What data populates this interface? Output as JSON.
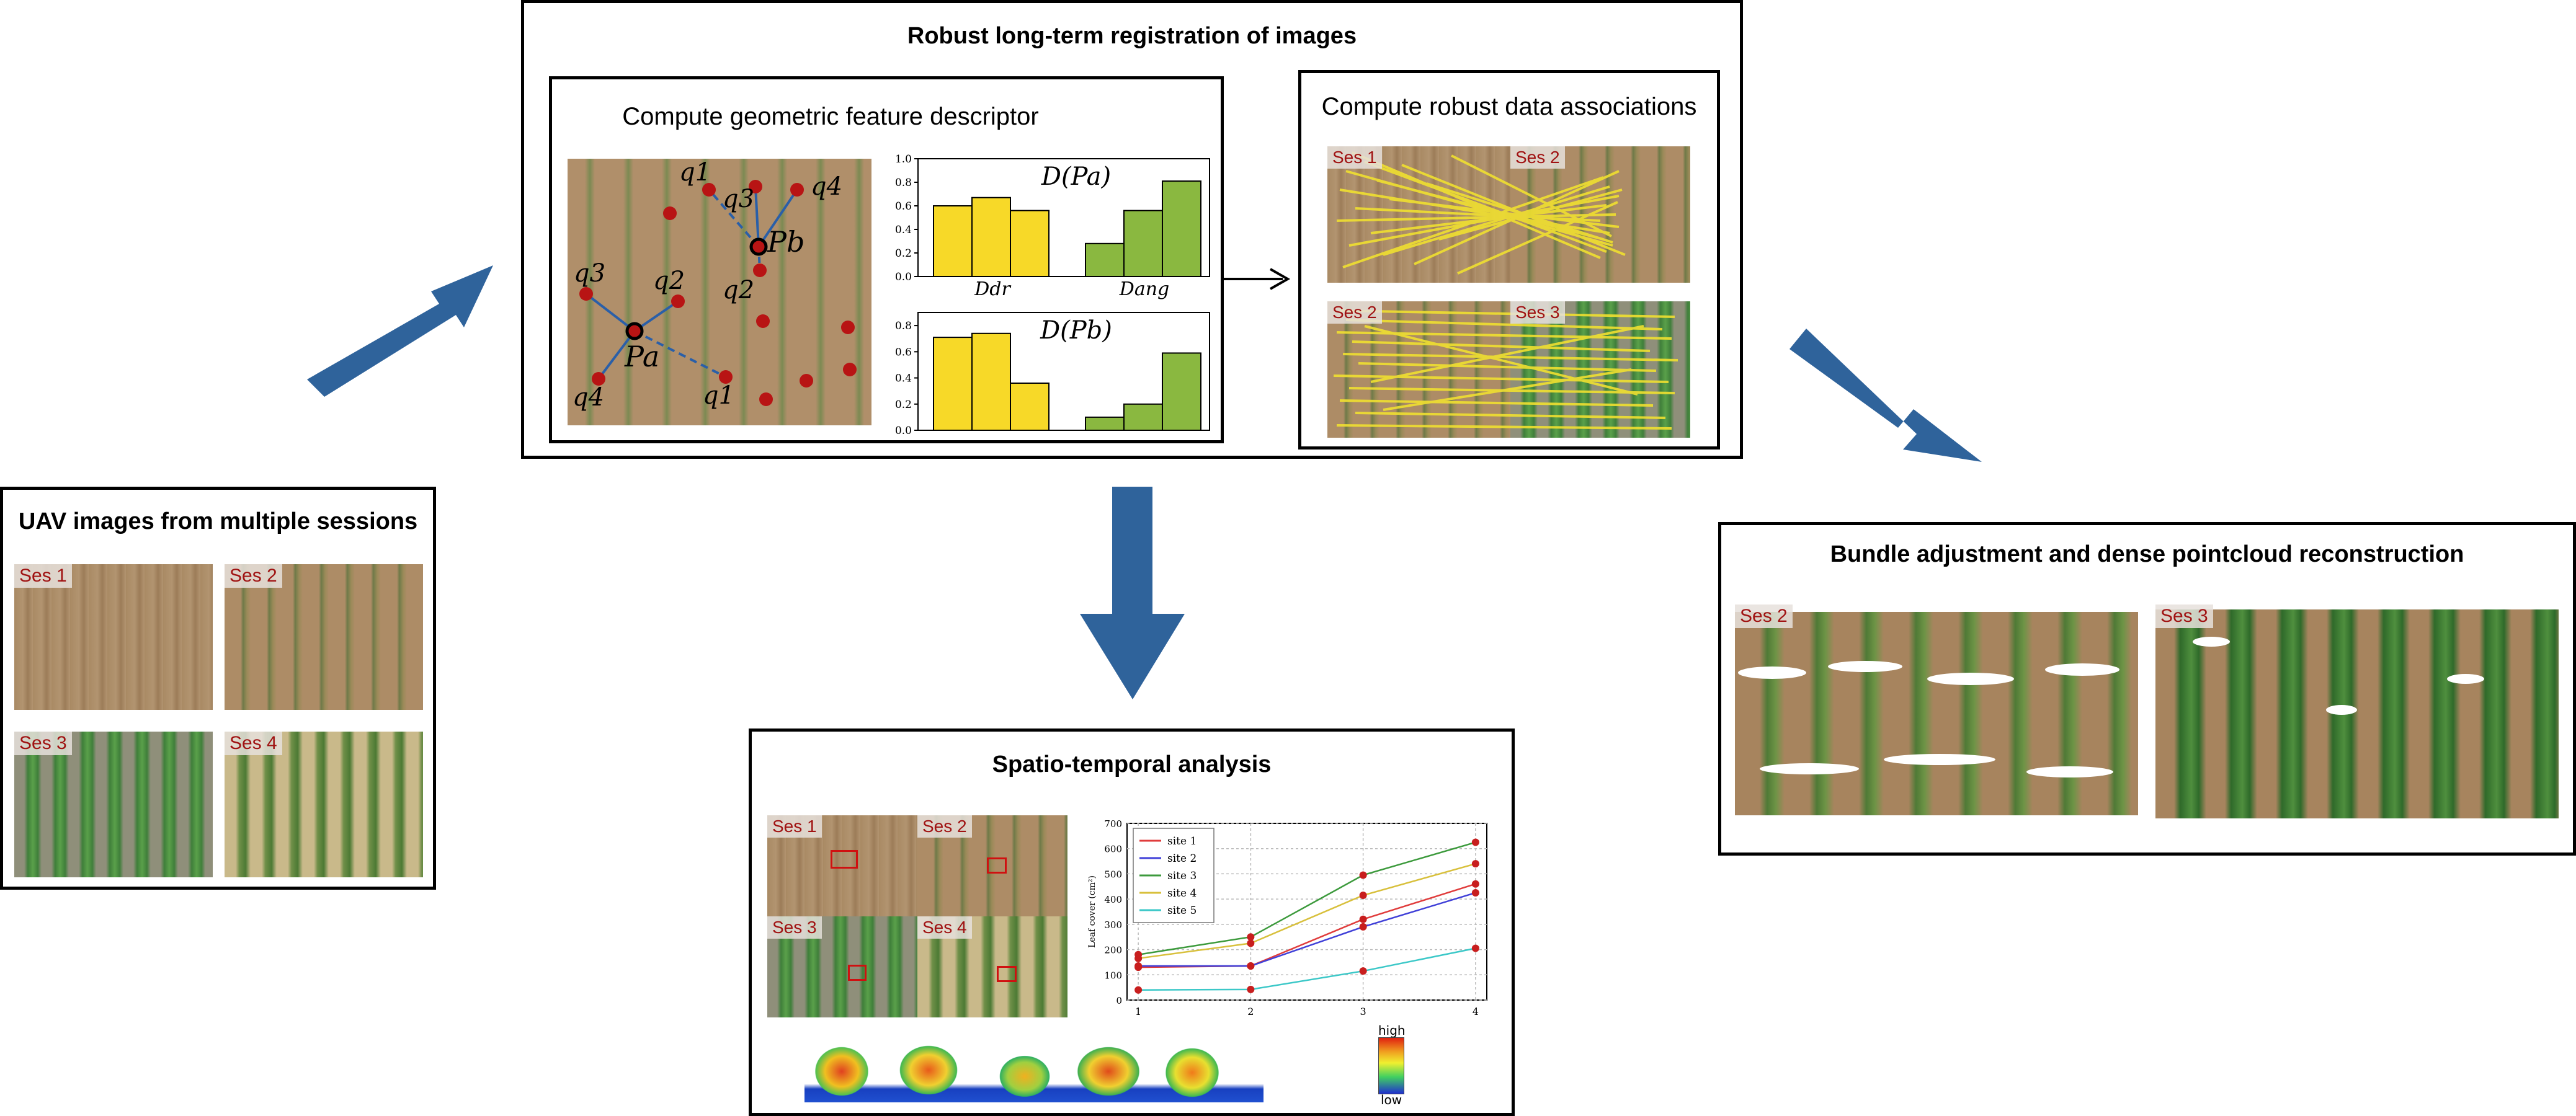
{
  "colors": {
    "arrow": "#2f639b",
    "yellow_bar": "#f7d928",
    "green_bar": "#8ab840",
    "session_label": "#a01212",
    "keypoint": "#b81414"
  },
  "uav_panel": {
    "title": "UAV images from multiple sessions",
    "tiles": [
      "Ses 1",
      "Ses 2",
      "Ses 3",
      "Ses 4"
    ]
  },
  "registration_panel": {
    "title": "Robust long-term registration of images",
    "descriptor": {
      "title": "Compute geometric feature descriptor",
      "point_labels": {
        "pa": "Pa",
        "pb": "Pb",
        "q1_top": "q1",
        "q2_top": "q2",
        "q3_top": "q3",
        "q4_top": "q4",
        "q1_bot": "q1",
        "q2_bot": "q2",
        "q3_bot": "q3",
        "q4_bot": "q4"
      },
      "histograms": [
        {
          "title": "D(Pa)",
          "yticks": [
            "0.0",
            "0.2",
            "0.4",
            "0.6",
            "0.8",
            "1.0"
          ],
          "yellow": [
            0.6,
            0.67,
            0.56
          ],
          "green": [
            0.28,
            0.56,
            0.81
          ],
          "xlabels": [
            "Ddr",
            "Dang"
          ]
        },
        {
          "title": "D(Pb)",
          "yticks": [
            "0.0",
            "0.2",
            "0.4",
            "0.6",
            "0.8"
          ],
          "yellow": [
            0.71,
            0.74,
            0.36
          ],
          "green": [
            0.1,
            0.2,
            0.59
          ],
          "xlabels": []
        }
      ]
    },
    "associations": {
      "title": "Compute robust data associations",
      "pairs": [
        {
          "left": "Ses 1",
          "right": "Ses 2"
        },
        {
          "left": "Ses 2",
          "right": "Ses 3"
        }
      ]
    }
  },
  "bundle_panel": {
    "title": "Bundle adjustment and dense pointcloud reconstruction",
    "tiles": [
      "Ses 2",
      "Ses 3"
    ]
  },
  "analysis_panel": {
    "title": "Spatio-temporal analysis",
    "tiles": [
      "Ses 1",
      "Ses 2",
      "Ses 3",
      "Ses 4"
    ],
    "colorbar": {
      "high": "high",
      "low": "low"
    },
    "chart_data": {
      "type": "line",
      "x": [
        1,
        2,
        3,
        4
      ],
      "xlim": [
        0.9,
        4.1
      ],
      "ylim": [
        0,
        700
      ],
      "yticks": [
        0,
        100,
        200,
        300,
        400,
        500,
        600,
        700
      ],
      "ylabel": "Leaf cover (cm²)",
      "legend_position": "top-left",
      "grid": true,
      "series": [
        {
          "name": "site 1",
          "color": "#e03c3c",
          "values": [
            130,
            135,
            320,
            460
          ]
        },
        {
          "name": "site 2",
          "color": "#4040d8",
          "values": [
            135,
            135,
            290,
            425
          ]
        },
        {
          "name": "site 3",
          "color": "#3c9a3c",
          "values": [
            180,
            250,
            495,
            625
          ]
        },
        {
          "name": "site 4",
          "color": "#d8c03c",
          "values": [
            165,
            225,
            415,
            540
          ]
        },
        {
          "name": "site 5",
          "color": "#3cc8c8",
          "values": [
            40,
            42,
            115,
            205
          ]
        }
      ]
    }
  }
}
